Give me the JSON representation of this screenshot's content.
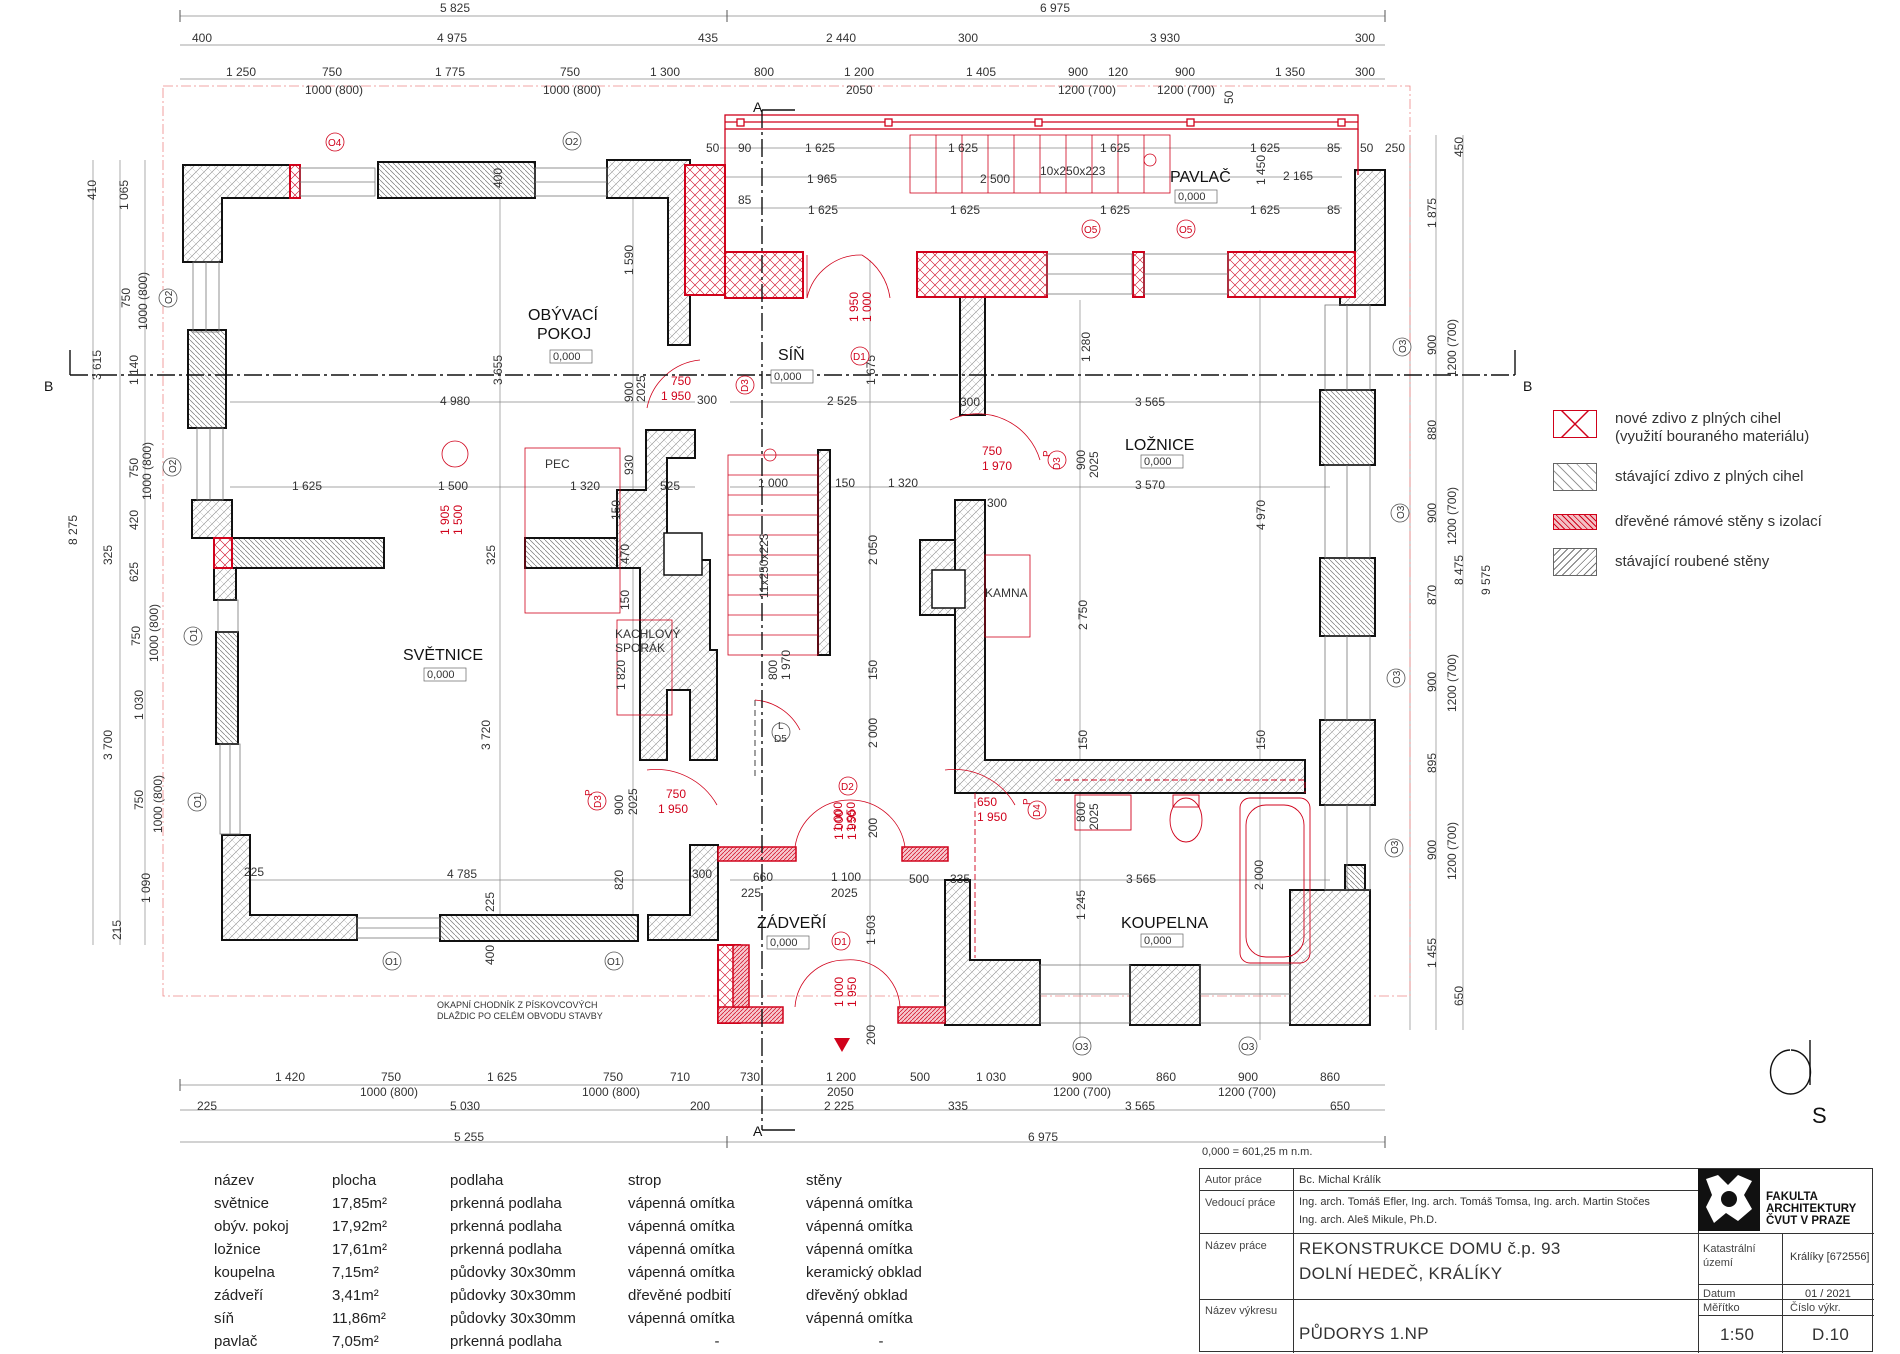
{
  "dims": {
    "top_overall_left": "5 825",
    "top_overall_right": "6 975",
    "top_row2": [
      "400",
      "4 975",
      "435",
      "2 440",
      "300",
      "3 930",
      "300"
    ],
    "top_row3": [
      "1 250",
      "750",
      "1 775",
      "750",
      "1 300",
      "800",
      "1 200",
      "1 405",
      "900",
      "120",
      "900",
      "1 350",
      "300"
    ],
    "top_row3_sub": [
      "1000 (800)",
      "1000 (800)",
      "2050",
      "1200 (700)",
      "1200 (700)"
    ],
    "bottom_row1": [
      "1 420",
      "750",
      "1 625",
      "750",
      "710",
      "730",
      "1 200",
      "500",
      "1 030",
      "900",
      "860",
      "900",
      "860"
    ],
    "bottom_row1_sub": [
      "1000 (800)",
      "1000 (800)",
      "2050",
      "1200 (700)",
      "1200 (700)"
    ],
    "bottom_row2": [
      "225",
      "5 030",
      "200",
      "2 225",
      "335",
      "3 565",
      "650"
    ],
    "bottom_row3": [
      "5 255",
      "6 975"
    ],
    "left_overall": [
      "8 275"
    ],
    "left_row": [
      "410",
      "3 615",
      "325",
      "3 700",
      "215"
    ],
    "left_row2": [
      "1 065",
      "750",
      "1 140",
      "750",
      "420",
      "625",
      "750",
      "1 030",
      "750",
      "1 090"
    ],
    "left_sub": [
      "1000 (800)",
      "1000 (800)",
      "1000 (800)",
      "1000 (800)"
    ],
    "right_overall": [
      "8 475",
      "9 575"
    ],
    "right_row": [
      "450",
      "1 875",
      "900",
      "880",
      "900",
      "870",
      "900",
      "895",
      "900",
      "1 455",
      "650"
    ],
    "right_sub": [
      "1200 (700)",
      "1200 (700)",
      "1200 (700)",
      "1200 (700)"
    ],
    "interior": {
      "pavlac_row1": [
        "50",
        "90",
        "1 625",
        "1 625",
        "1 625",
        "1 625",
        "85",
        "50",
        "250"
      ],
      "pavlac_row2": [
        "1 965",
        "2 500",
        "10x250x223",
        "1 450",
        "2 165",
        "85"
      ],
      "pavlac_row3": [
        "1 625",
        "1 625",
        "1 625",
        "1 625",
        "85"
      ],
      "pavlac_50": "50",
      "obyv": [
        "1 590",
        "400",
        "3 655",
        "4 980",
        "900",
        "2025",
        "300",
        "1 625",
        "1 500",
        "1 320",
        "525",
        "930",
        "150",
        "470",
        "150",
        "325",
        "1 500",
        "1 905"
      ],
      "sin": [
        "2 525",
        "1 675",
        "1 000",
        "1 950",
        "1 000",
        "150",
        "1 320",
        "2 050",
        "11x250x223",
        "800",
        "1 970",
        "150",
        "2 000",
        "1 000",
        "1 950",
        "200"
      ],
      "loznice": [
        "1 280",
        "3 565",
        "300",
        "900",
        "2025",
        "3 570",
        "300",
        "4 970",
        "2 750",
        "150",
        "150"
      ],
      "svet": [
        "3 720",
        "1 820",
        "900",
        "2025",
        "820",
        "225",
        "4 785",
        "225",
        "400",
        "300",
        "660",
        "1 100",
        "225",
        "2025",
        "500",
        "335",
        "3 565",
        "1 245",
        "2 000",
        "800",
        "2025",
        "1 503",
        "200"
      ]
    },
    "red": [
      "750",
      "1 950",
      "750",
      "1 970",
      "750",
      "1 950",
      "650",
      "1 950",
      "1 000",
      "1 950",
      "1 000",
      "1 950"
    ]
  },
  "rooms": {
    "obyvaci": {
      "line1": "OBÝVACÍ",
      "line2": "POKOJ",
      "level": "0,000"
    },
    "sin": {
      "name": "SÍŇ",
      "level": "0,000"
    },
    "pavlac": {
      "name": "PAVLAČ",
      "level": "0,000"
    },
    "loznice": {
      "name": "LOŽNICE",
      "level": "0,000"
    },
    "svetnice": {
      "name": "SVĚTNICE",
      "level": "0,000"
    },
    "zadveri": {
      "name": "ZÁDVEŘÍ",
      "level": "0,000"
    },
    "koupelna": {
      "name": "KOUPELNA",
      "level": "0,000"
    }
  },
  "labels": {
    "pec": "PEC",
    "kachlovy1": "KACHLOVÝ",
    "kachlovy2": "SPORÁK",
    "kamna": "KAMNA",
    "chodnik1": "OKAPNÍ CHODNÍK Z PÍSKOVCOVÝCH",
    "chodnik2": "DLAŽDIC PO CELÉM OBVODU STAVBY",
    "section_a": "A",
    "section_b": "B",
    "north": "S"
  },
  "tags": {
    "o1": "O1",
    "o2": "O2",
    "o3": "O3",
    "o4": "O4",
    "o5": "O5",
    "d1": "D1",
    "d2": "D2",
    "d3": "D3",
    "d4": "D4",
    "d5": "D5",
    "p": "P",
    "l": "L"
  },
  "legend": [
    {
      "text1": "nové zdivo z plných cihel",
      "text2": "(využití bouraného materiálu)"
    },
    {
      "text1": "stávající zdivo z plných cihel",
      "text2": ""
    },
    {
      "text1": "dřevěné rámové stěny s izolací",
      "text2": ""
    },
    {
      "text1": "stávající roubené stěny",
      "text2": ""
    }
  ],
  "schedule": {
    "headers": [
      "název",
      "plocha",
      "podlaha",
      "strop",
      "stěny"
    ],
    "rows": [
      [
        "světnice",
        "17,85m²",
        "prkenná podlaha",
        "vápenná omítka",
        "vápenná omítka"
      ],
      [
        "obýv. pokoj",
        "17,92m²",
        "prkenná podlaha",
        "vápenná omítka",
        "vápenná omítka"
      ],
      [
        "ložnice",
        "17,61m²",
        "prkenná podlaha",
        "vápenná omítka",
        "vápenná omítka"
      ],
      [
        "koupelna",
        "7,15m²",
        "půdovky 30x30mm",
        "vápenná omítka",
        "keramický obklad"
      ],
      [
        "zádveří",
        "3,41m²",
        "půdovky 30x30mm",
        "dřevěné podbití",
        "dřevěný obklad"
      ],
      [
        "síň",
        "11,86m²",
        "půdovky 30x30mm",
        "vápenná omítka",
        "vápenná omítka"
      ],
      [
        "pavlač",
        "7,05m²",
        "prkenná podlaha",
        "-",
        "-"
      ]
    ]
  },
  "elevation_note": "0,000 = 601,25 m n.m.",
  "titleblock": {
    "autor_lbl": "Autor práce",
    "autor": "Bc. Michal Králík",
    "vedouci_lbl": "Vedoucí práce",
    "vedouci1": "Ing. arch. Tomáš Efler, Ing. arch. Tomáš Tomsa, Ing. arch. Martin Stočes",
    "vedouci2": "Ing. arch. Aleš Mikule, Ph.D.",
    "nazev_prace_lbl": "Název práce",
    "nazev_prace1": "REKONSTRUKCE DOMU č.p. 93",
    "nazev_prace2": "DOLNÍ HEDEČ, KRÁLÍKY",
    "nazev_vykresu_lbl": "Název výkresu",
    "nazev_vykresu": "PŮDORYS 1.NP",
    "katastralni_lbl1": "Katastrální",
    "katastralni_lbl2": "území",
    "katastralni": "Králíky [672556]",
    "datum_lbl": "Datum",
    "datum": "01 / 2021",
    "meritko_lbl": "Měřítko",
    "meritko": "1:50",
    "cislo_lbl": "Číslo výkr.",
    "cislo": "D.10",
    "school1": "FAKULTA",
    "school2": "ARCHITEKTURY",
    "school3": "ČVUT V PRAZE"
  }
}
